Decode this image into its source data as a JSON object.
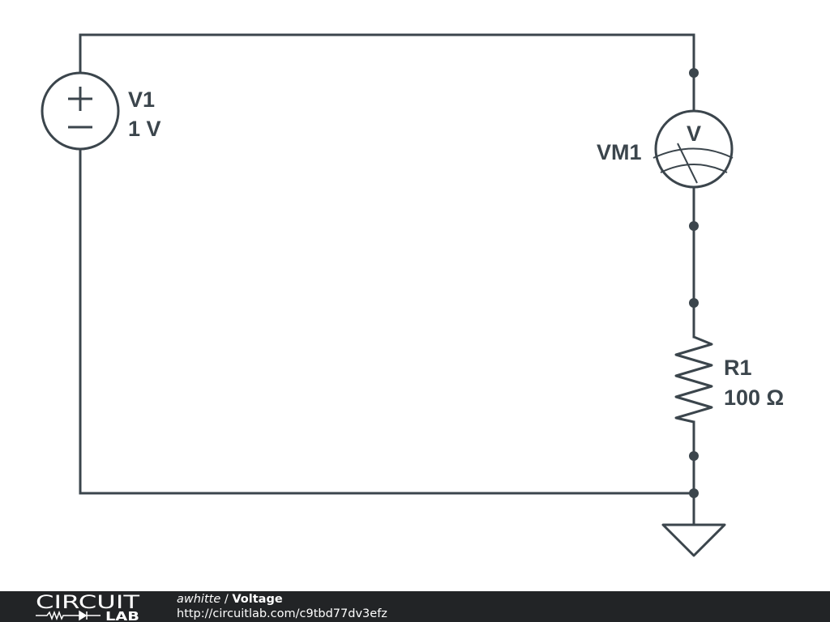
{
  "components": {
    "voltage_source": {
      "name": "V1",
      "value": "1 V",
      "plus_icon": "plus-icon",
      "minus_icon": "minus-icon"
    },
    "voltmeter": {
      "name": "VM1",
      "symbol": "V",
      "icon": "meter-dial-icon"
    },
    "resistor": {
      "name": "R1",
      "value": "100 Ω",
      "icon": "zigzag-resistor-icon"
    },
    "ground": {
      "icon": "ground-triangle-icon"
    }
  },
  "colors": {
    "wire": "#3b454c",
    "footer_bg": "#222426",
    "footer_text": "#ffffff"
  },
  "footer": {
    "logo_top": "CIRCUIT",
    "logo_bottom": "LAB",
    "author": "awhitte",
    "separator": " / ",
    "title": "Voltage",
    "url": "http://circuitlab.com/c9tbd77dv3efz"
  }
}
